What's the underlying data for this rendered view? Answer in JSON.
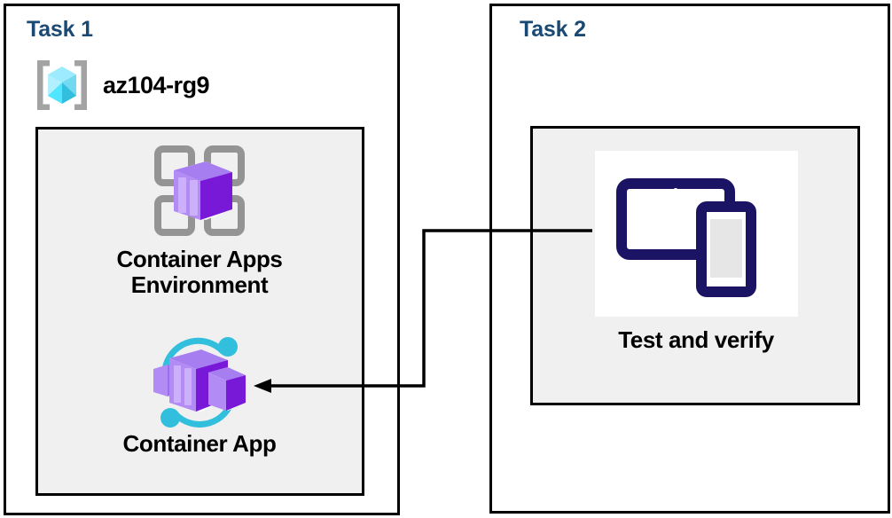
{
  "diagram": {
    "title_color": "#1a4a73",
    "panel_border_color": "#000000",
    "group_fill_color": "#f0f0f0",
    "connector_color": "#000000",
    "accent_purple": "#8661c5",
    "accent_cyan": "#32bedd",
    "accent_navy": "#1b1464"
  },
  "task1": {
    "title": "Task 1",
    "resource_group": {
      "icon": "resource-group-icon",
      "label": "az104-rg9"
    },
    "nodes": [
      {
        "icon": "container-apps-environment-icon",
        "label": "Container Apps\nEnvironment"
      },
      {
        "icon": "container-app-icon",
        "label": "Container App"
      }
    ]
  },
  "task2": {
    "title": "Task 2",
    "nodes": [
      {
        "icon": "devices-test-icon",
        "label": "Test and verify"
      }
    ]
  },
  "connector": {
    "from": "devices-test-icon",
    "to": "container-app-icon",
    "arrow_direction": "left"
  }
}
